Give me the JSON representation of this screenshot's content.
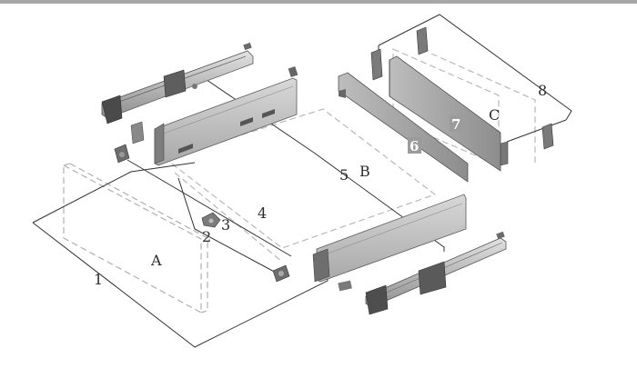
{
  "diagram": {
    "labels": {
      "n1": "1",
      "n2": "2",
      "n3": "3",
      "n4": "4",
      "n5": "5",
      "n6": "6",
      "n7": "7",
      "n8": "8",
      "A": "A",
      "B": "B",
      "C": "C"
    }
  }
}
